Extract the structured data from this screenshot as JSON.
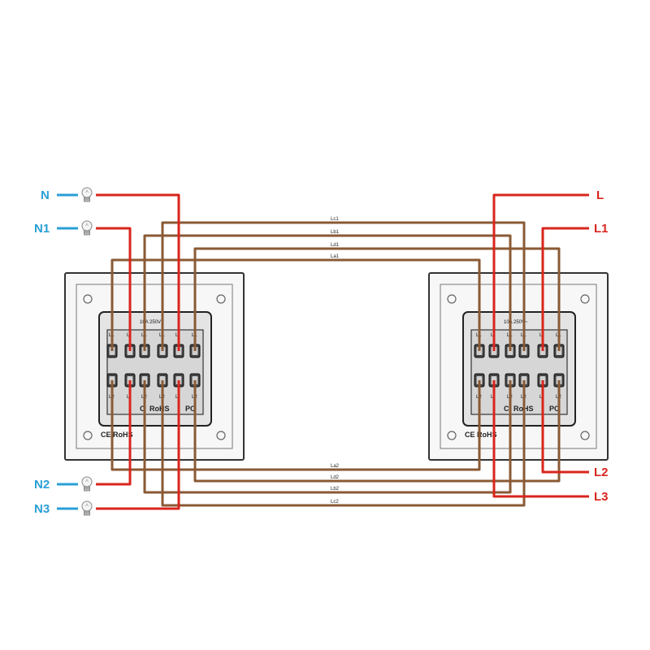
{
  "labels": {
    "neutral_0": "N",
    "neutral_1": "N1",
    "neutral_2": "N2",
    "neutral_3": "N3",
    "live_0": "L",
    "live_1": "L1",
    "live_2": "L2",
    "live_3": "L3"
  },
  "wires_top": [
    "Lc1",
    "Lb1",
    "Ld1",
    "La1"
  ],
  "wires_bottom": [
    "La2",
    "Ld2",
    "Lb2",
    "Lc2"
  ],
  "switch": {
    "rating": "10A 250V~",
    "ce_rohs": "CE RoHS",
    "rohs": "RoHS",
    "po": "PO",
    "c": "C",
    "top_terminals": [
      "L1",
      "L",
      "L1",
      "L1",
      "L",
      "L1"
    ],
    "bottom_terminals": [
      "L2",
      "L",
      "L2",
      "L2",
      "L",
      "L2"
    ]
  },
  "colors": {
    "neutral": "#2a9fd6",
    "live": "#d9251d",
    "traveler": "#8a5a34"
  }
}
